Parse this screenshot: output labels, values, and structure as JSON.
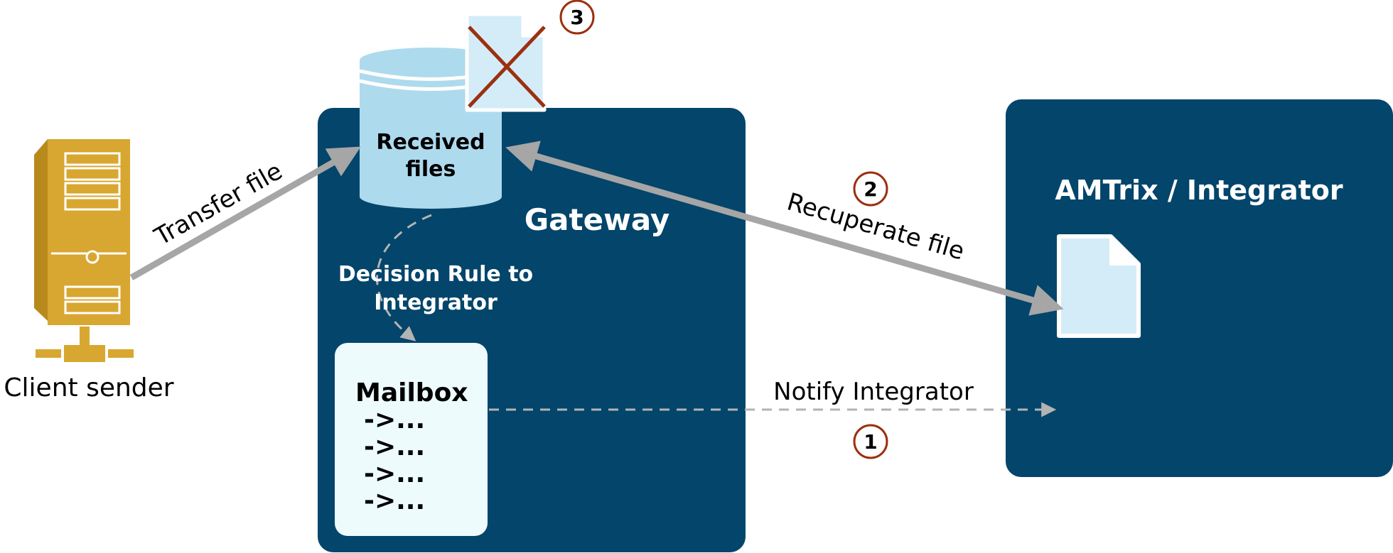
{
  "colors": {
    "panel": "#03456b",
    "file_fill": "#d4ecf7",
    "db_fill": "#aedaee",
    "arrow": "#a6a6a6",
    "server": "#d8a731",
    "marker": "#9b3010",
    "mailbox_fill": "#eefbfd"
  },
  "client": {
    "label": "Client sender",
    "icon": "server-icon"
  },
  "gateway": {
    "title": "Gateway",
    "db_label_line1": "Received",
    "db_label_line2": "files",
    "decision_line1": "Decision Rule to",
    "decision_line2": "Integrator",
    "mailbox": {
      "title": "Mailbox",
      "entries": [
        "->...",
        "->...",
        "->...",
        "->..."
      ]
    }
  },
  "integrator": {
    "title": "AMTrix / Integrator",
    "icon": "document-icon"
  },
  "arrows": {
    "transfer": "Transfer file",
    "recuperate": "Recuperate file",
    "notify": "Notify Integrator"
  },
  "steps": {
    "notify": "1",
    "recuperate": "2",
    "delete": "3"
  }
}
